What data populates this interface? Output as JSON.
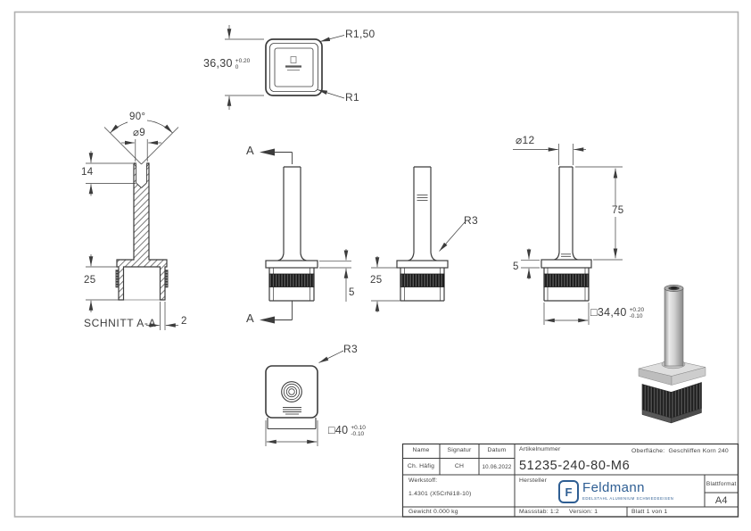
{
  "sheet": {
    "background": "#ffffff",
    "frame_color": "#b0b0b0",
    "line_color": "#3c3c3c",
    "accent_blue": "#2e5e93",
    "center_mark_icon": "feldmann-engraving-mark"
  },
  "views": {
    "top_view": {
      "size_label": "36,30",
      "size_tol_upper": "+0.20",
      "size_tol_lower": "0",
      "corner_radius_outer": "R1,50",
      "corner_radius_inner": "R1"
    },
    "section_view": {
      "countersink_angle": "90°",
      "hole_diameter": "⌀9",
      "hole_depth": "14",
      "insert_height": "25",
      "caption": "SCHNITT A-A",
      "wall_thickness": "2"
    },
    "front_view": {
      "cut_label_top": "A",
      "cut_label_bottom": "A",
      "cap_thickness": "5"
    },
    "side_view": {
      "fillet_radius": "R3",
      "insert_height": "25"
    },
    "right_view": {
      "rod_diameter": "⌀12",
      "rod_length": "75",
      "cap_thickness": "5",
      "insert_width": "□34,40",
      "insert_tol_upper": "+0.20",
      "insert_tol_lower": "-0.10"
    },
    "bottom_view": {
      "fillet_radius": "R3",
      "cap_width": "□40",
      "cap_tol_upper": "+0.10",
      "cap_tol_lower": "-0.10"
    }
  },
  "title_block": {
    "name_label": "Name",
    "signature_label": "Signatur",
    "date_label": "Datum",
    "name_value": "Ch. Häfig",
    "signature_value": "CH",
    "date_value": "10.06.2022",
    "article_label": "Artikelnummer",
    "article_number": "51235-240-80-M6",
    "surface_label": "Oberfläche:",
    "surface_value": "Geschliffen Korn 240",
    "material_label": "Werkstoff:",
    "material_value": "1.4301 (X5CrNi18-10)",
    "manufacturer_label": "Hersteller",
    "brand": {
      "name": "Feldmann",
      "tagline": "EDELSTAHL ALUMINIUM SCHMIEDEEISEN",
      "logo_icon": "feldmann-logo"
    },
    "sheet_format_label": "Blattformat",
    "sheet_format_value": "A4",
    "weight": "Gewicht 0.000 kg",
    "scale": "Massstab: 1:2",
    "version": "Version: 1",
    "page": "Blatt 1 von 1"
  }
}
